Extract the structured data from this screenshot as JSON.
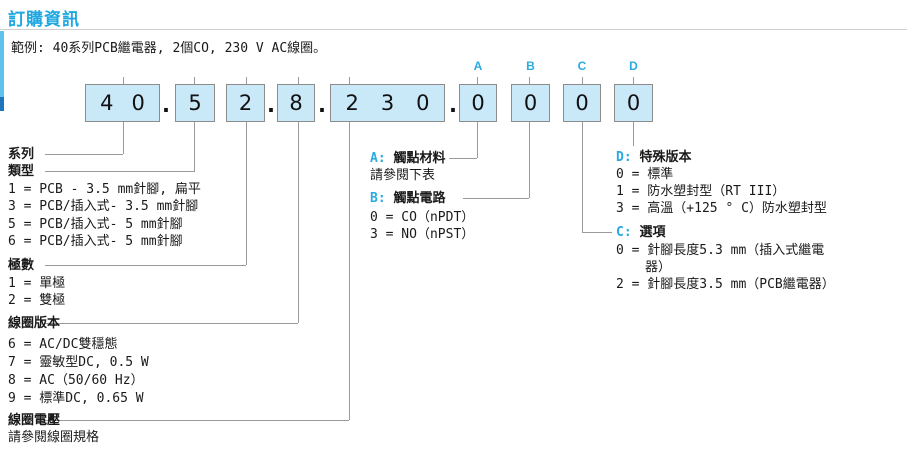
{
  "accent_color": "#29ABE2",
  "box_fill_color": "#C9E8F8",
  "header": {
    "title": "訂購資訊"
  },
  "example": {
    "text": "範例: 40系列PCB繼電器, 2個CO, 230 V AC線圈。"
  },
  "code": {
    "dot": ".",
    "segments": [
      {
        "name": "series",
        "value": "40"
      },
      {
        "name": "type",
        "value": "5"
      },
      {
        "name": "poles",
        "value": "2"
      },
      {
        "name": "coil-version",
        "value": "8"
      },
      {
        "name": "coil-voltage",
        "value": "230"
      },
      {
        "name": "contact-material",
        "value": "0",
        "letter": "A"
      },
      {
        "name": "contact-circuit",
        "value": "0",
        "letter": "B"
      },
      {
        "name": "options",
        "value": "0",
        "letter": "C"
      },
      {
        "name": "special-version",
        "value": "0",
        "letter": "D"
      }
    ]
  },
  "sections": {
    "series": {
      "label": "系列"
    },
    "type": {
      "label": "類型",
      "options": [
        "1 = PCB - 3.5 mm針腳, 扁平",
        "3 = PCB/插入式- 3.5 mm針腳",
        "5 = PCB/插入式- 5 mm針腳",
        "6 = PCB/插入式- 5 mm針腳"
      ]
    },
    "poles": {
      "label": "極數",
      "options": [
        "1 = 單極",
        "2 = 雙極"
      ]
    },
    "coil_version": {
      "label": "線圈版本",
      "options": [
        "6 = AC/DC雙穩態",
        "7 = 靈敏型DC, 0.5 W",
        "8 = AC（50/60 Hz）",
        "9 = 標準DC, 0.65 W"
      ]
    },
    "coil_voltage": {
      "label": "線圈電壓",
      "note": "請參閱線圈規格"
    },
    "contact_material": {
      "letter": "A:",
      "label": "觸點材料",
      "note": "請參閱下表"
    },
    "contact_circuit": {
      "letter": "B:",
      "label": "觸點電路",
      "options": [
        "0 = CO（nPDT）",
        "3 = NO（nPST）"
      ]
    },
    "options": {
      "letter": "C:",
      "label": "選項",
      "options": [
        "0 = 針腳長度5.3 mm（插入式繼電",
        "器）",
        "2 = 針腳長度3.5 mm（PCB繼電器）"
      ]
    },
    "special_version": {
      "letter": "D:",
      "label": "特殊版本",
      "options": [
        "0 = 標準",
        "1 = 防水塑封型（RT III）",
        "3 = 高溫（+125 ° C）防水塑封型"
      ]
    }
  }
}
